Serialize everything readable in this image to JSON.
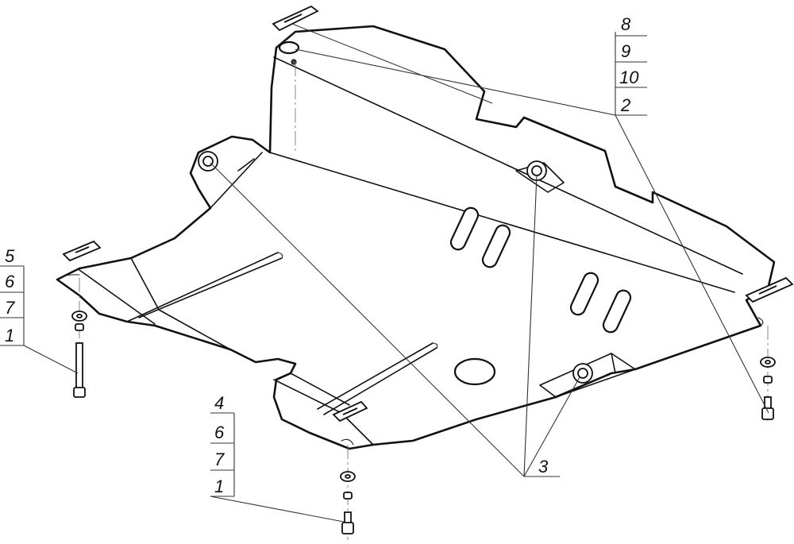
{
  "callouts": {
    "top_right_stack": [
      "8",
      "9",
      "10",
      "2"
    ],
    "left_stack": [
      "5",
      "6",
      "7",
      "1"
    ],
    "bottom_stack": [
      "4",
      "6",
      "7",
      "1"
    ],
    "bottom_right": "3"
  }
}
